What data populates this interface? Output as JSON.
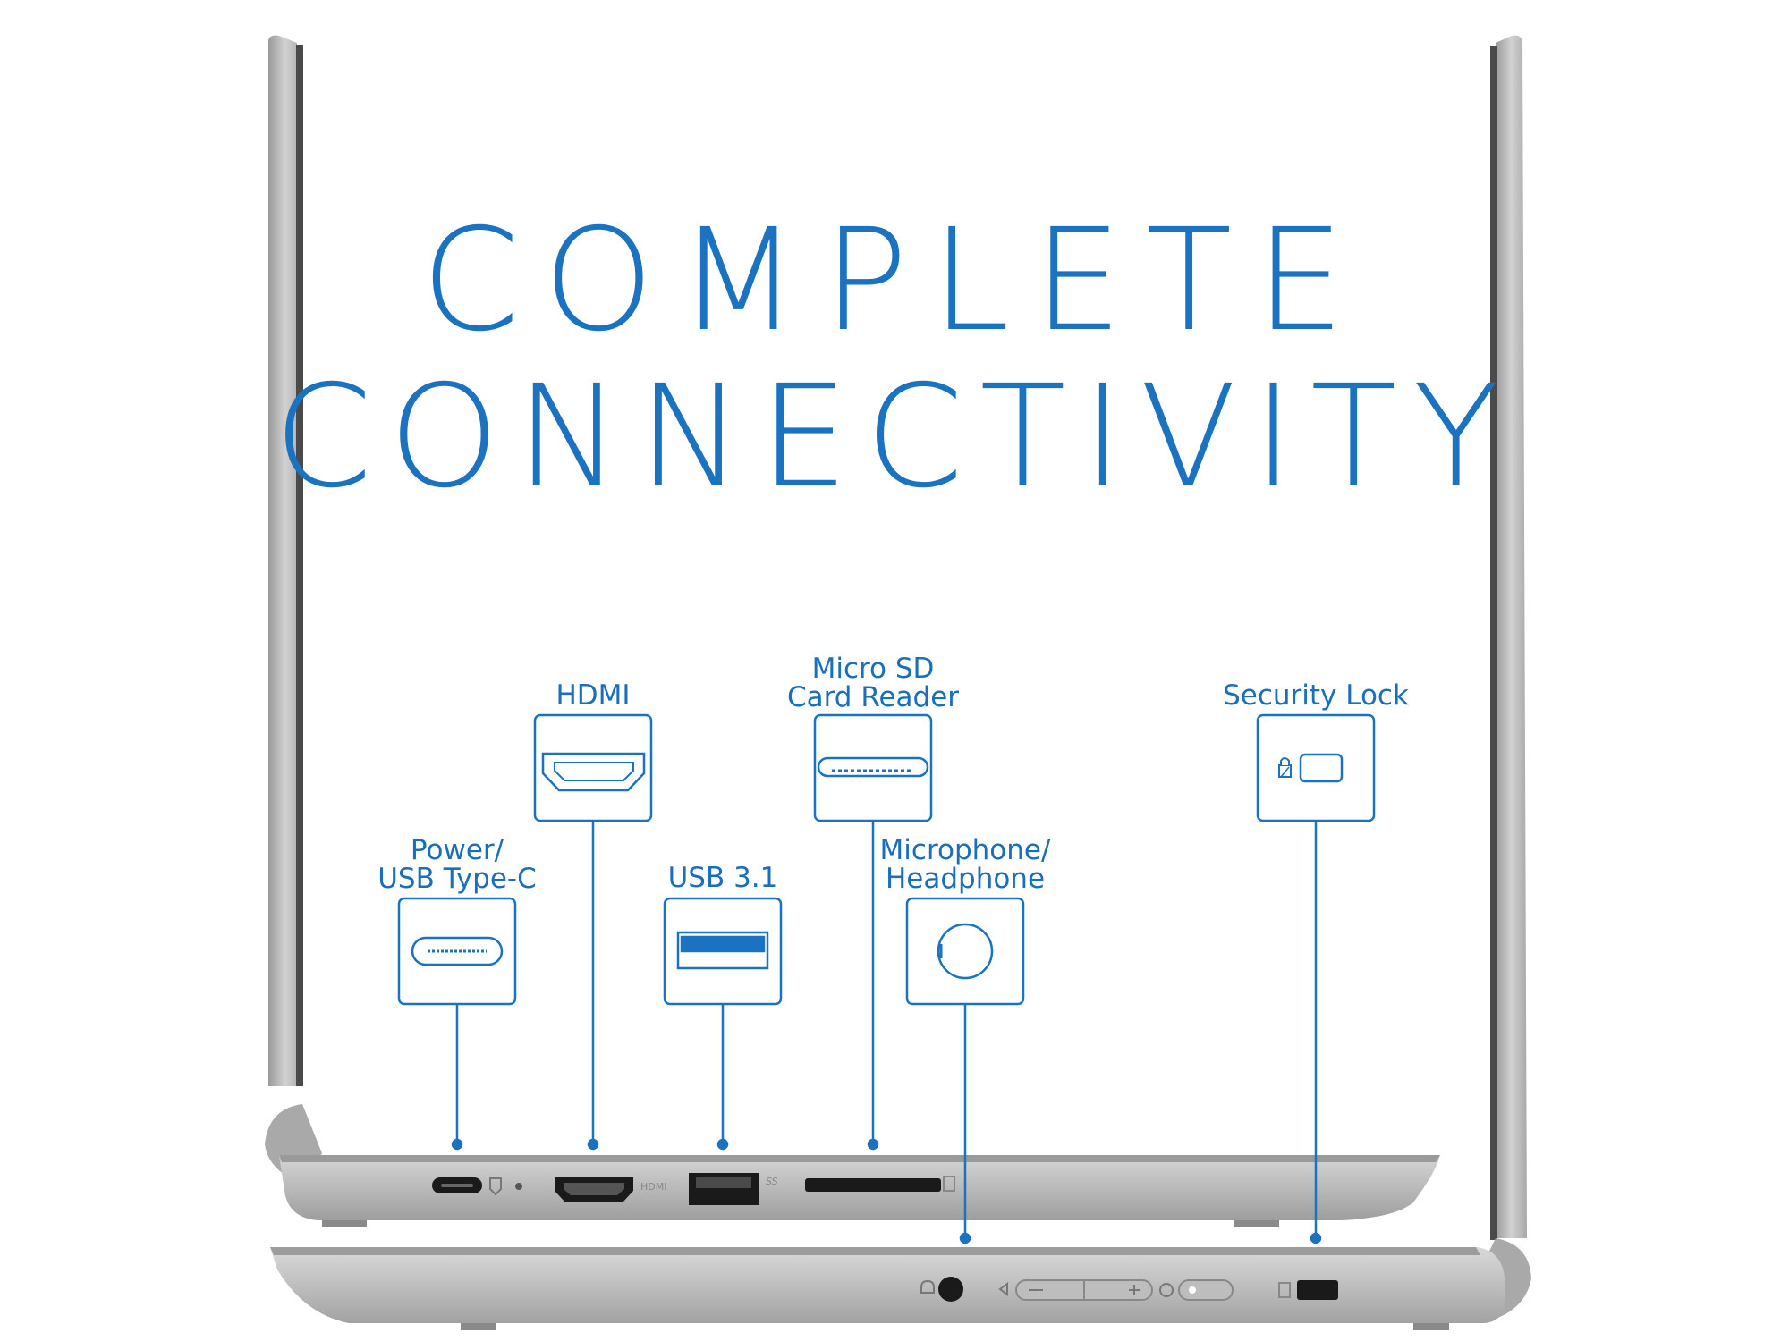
{
  "headline": {
    "line1": "COMPLETE",
    "line2": "CONNECTIVITY"
  },
  "ports": [
    {
      "id": "power",
      "label_line1": "Power/",
      "label_line2": "USB Type-C",
      "icon": "usb-c-port-icon"
    },
    {
      "id": "hdmi",
      "label_line1": "HDMI",
      "label_line2": "",
      "icon": "hdmi-port-icon"
    },
    {
      "id": "usb",
      "label_line1": "USB 3.1",
      "label_line2": "",
      "icon": "usb-a-port-icon"
    },
    {
      "id": "microsd",
      "label_line1": "Micro SD",
      "label_line2": "Card Reader",
      "icon": "micro-sd-slot-icon"
    },
    {
      "id": "audio",
      "label_line1": "Microphone/",
      "label_line2": "Headphone",
      "icon": "audio-jack-icon"
    },
    {
      "id": "lock",
      "label_line1": "Security Lock",
      "label_line2": "",
      "icon": "security-lock-icon"
    }
  ],
  "laptop_side_labels": {
    "hdmi": "HDMI",
    "usb": "SS"
  },
  "colors": {
    "accent": "#1a72c0",
    "chassis": "#b9b9b9",
    "chassis_dark": "#8e8e8e",
    "port_black": "#1a1a1a"
  }
}
